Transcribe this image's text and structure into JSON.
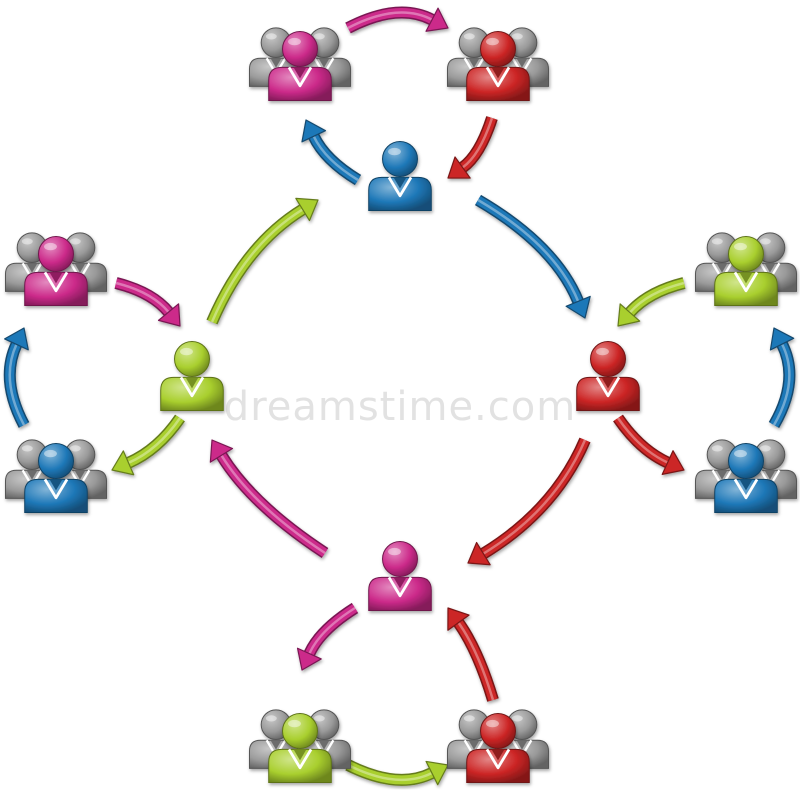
{
  "watermark": {
    "text": "dreamstime.com"
  },
  "colors": {
    "blue": "#1e78b8",
    "red": "#cc2525",
    "lime": "#a9cf2e",
    "magenta": "#cc2a8a",
    "gray": "#9a9a9a"
  },
  "hubs": [
    {
      "id": "top",
      "color": "blue"
    },
    {
      "id": "right",
      "color": "red"
    },
    {
      "id": "bottom",
      "color": "magenta"
    },
    {
      "id": "left",
      "color": "lime"
    }
  ],
  "groups": [
    {
      "id": "top-left-group",
      "color": "magenta"
    },
    {
      "id": "top-right-group",
      "color": "red"
    },
    {
      "id": "right-top-group",
      "color": "lime"
    },
    {
      "id": "right-bottom-group",
      "color": "blue"
    },
    {
      "id": "bottom-right-group",
      "color": "red"
    },
    {
      "id": "bottom-left-group",
      "color": "lime"
    },
    {
      "id": "left-bottom-group",
      "color": "blue"
    },
    {
      "id": "left-top-group",
      "color": "magenta"
    }
  ],
  "arrows": [
    {
      "from": "top",
      "to": "right",
      "color": "blue"
    },
    {
      "from": "right",
      "to": "bottom",
      "color": "red"
    },
    {
      "from": "bottom",
      "to": "left",
      "color": "magenta"
    },
    {
      "from": "left",
      "to": "top",
      "color": "lime"
    },
    {
      "from": "top-left-group",
      "to": "top-right-group",
      "color": "magenta"
    },
    {
      "from": "top-right-group",
      "to": "top",
      "color": "red"
    },
    {
      "from": "top",
      "to": "top-left-group",
      "color": "blue"
    },
    {
      "from": "right-top-group",
      "to": "right",
      "color": "lime"
    },
    {
      "from": "right",
      "to": "right-bottom-group",
      "color": "red"
    },
    {
      "from": "right-bottom-group",
      "to": "right-top-group",
      "color": "blue"
    },
    {
      "from": "bottom-right-group",
      "to": "bottom",
      "color": "red"
    },
    {
      "from": "bottom",
      "to": "bottom-left-group",
      "color": "magenta"
    },
    {
      "from": "bottom-left-group",
      "to": "bottom-right-group",
      "color": "lime"
    },
    {
      "from": "left-top-group",
      "to": "left",
      "color": "magenta"
    },
    {
      "from": "left",
      "to": "left-bottom-group",
      "color": "lime"
    },
    {
      "from": "left-bottom-group",
      "to": "left-top-group",
      "color": "blue"
    }
  ]
}
